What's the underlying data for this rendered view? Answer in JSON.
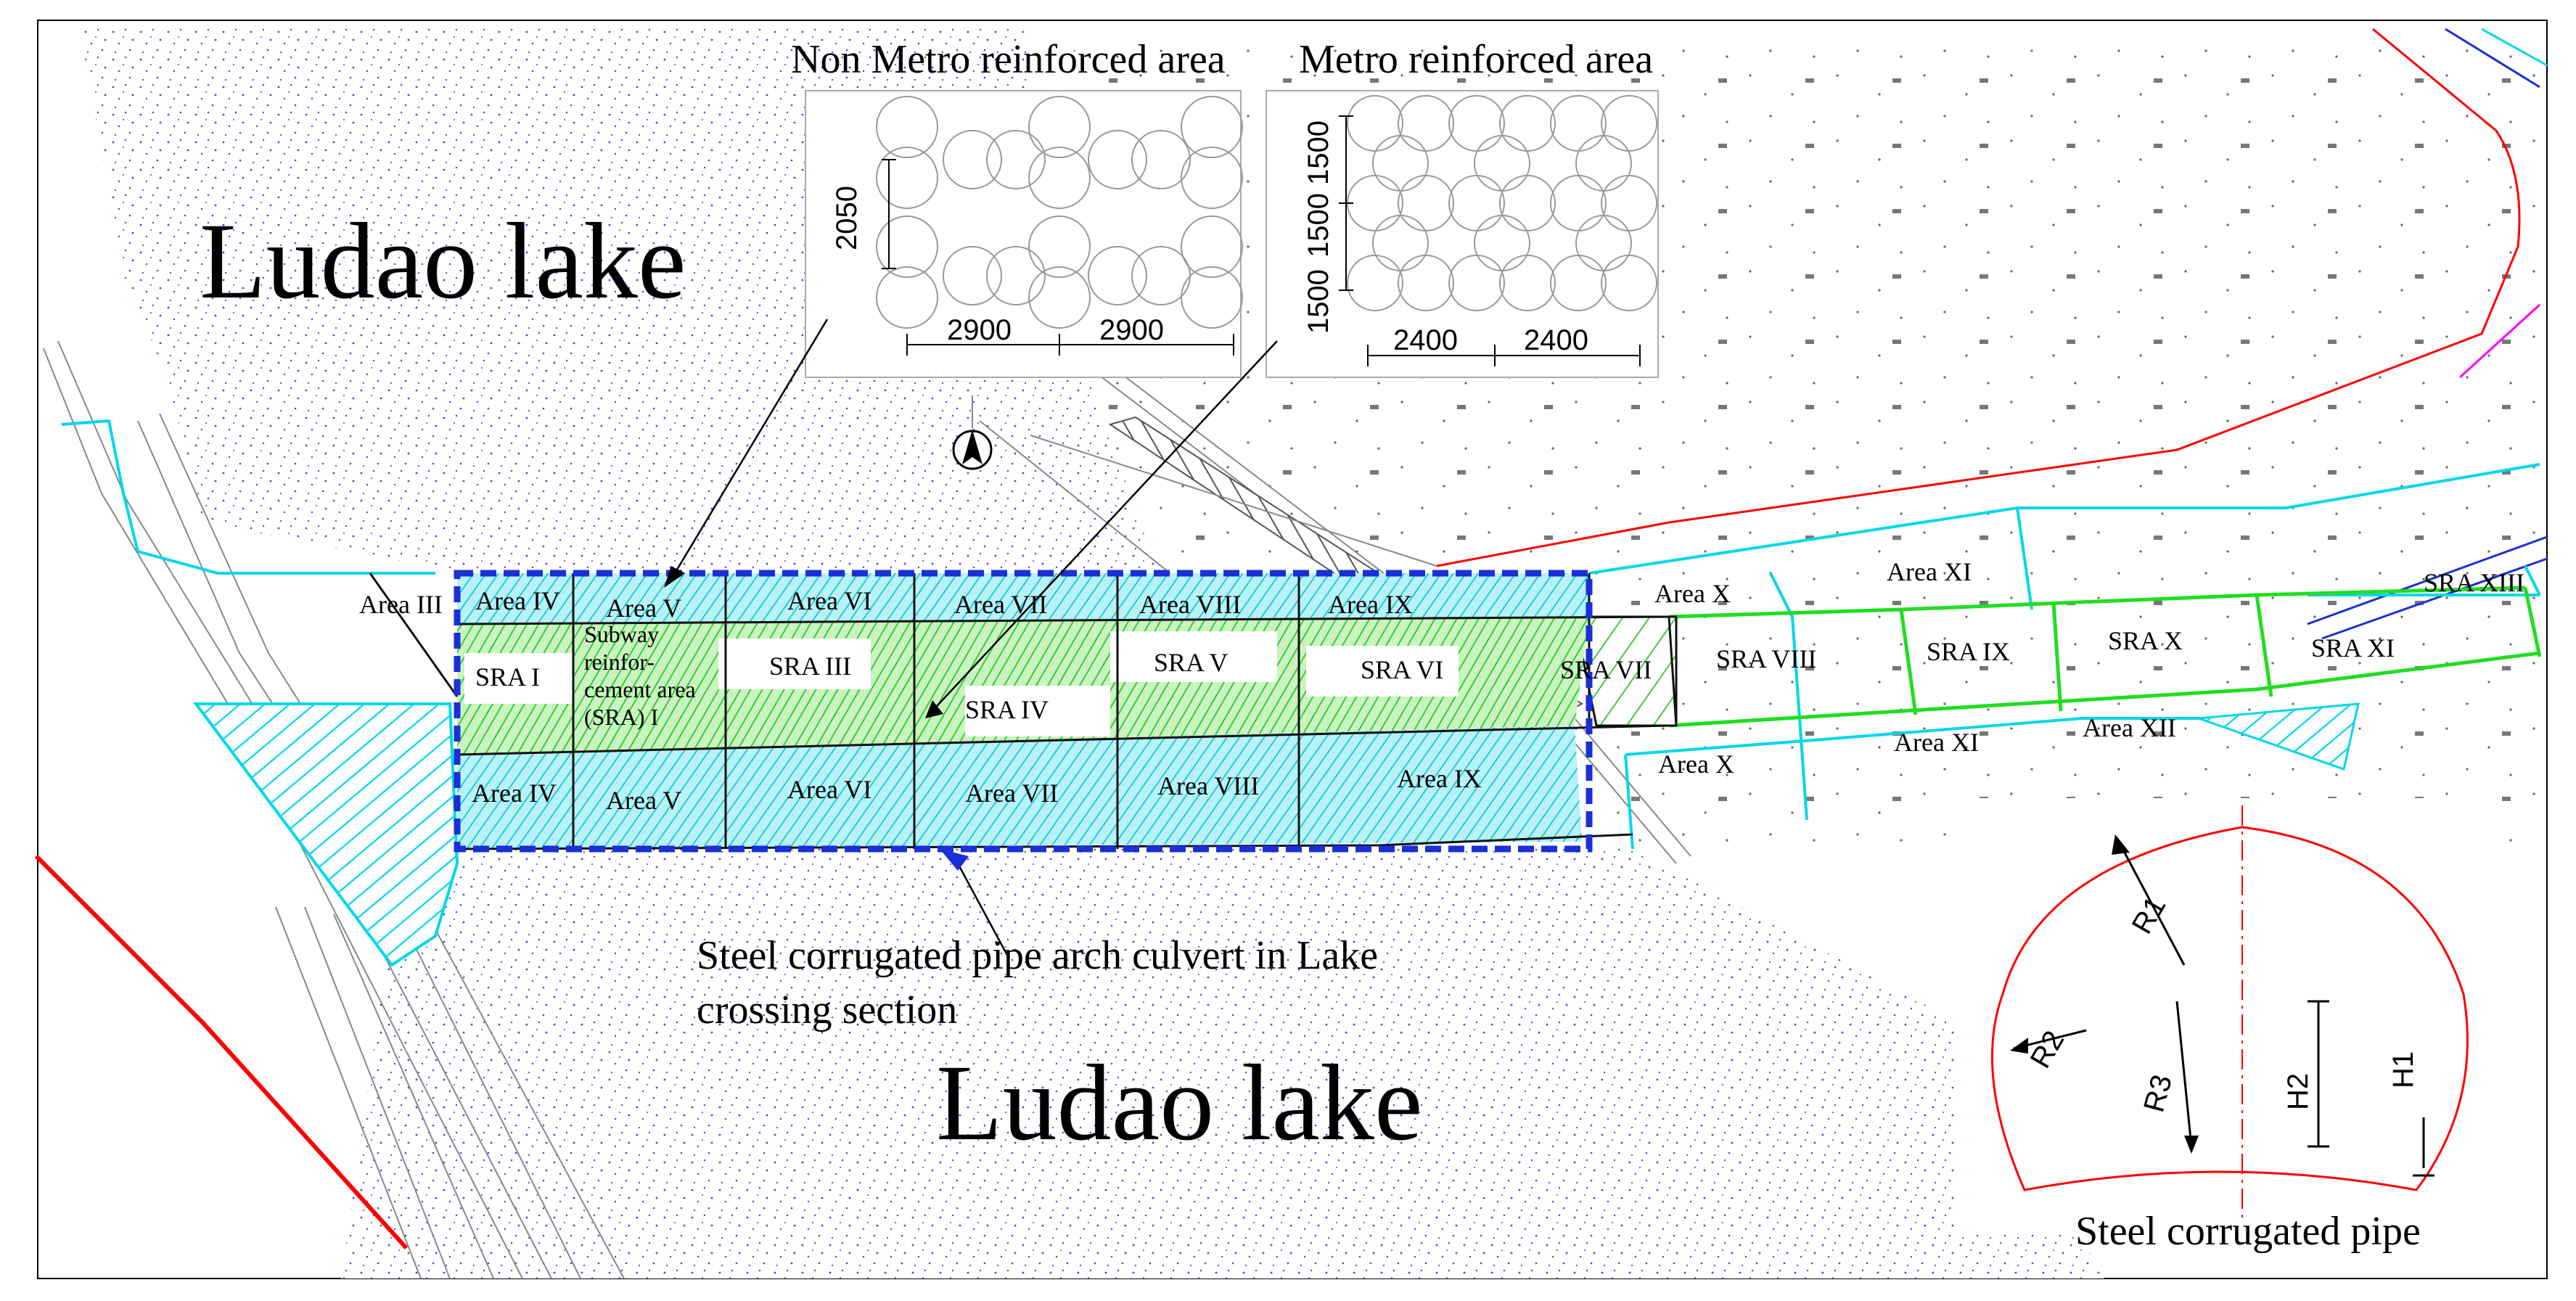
{
  "diagram": {
    "lake_labels": [
      "Ludao lake",
      "Ludao lake"
    ],
    "inset_non_metro": {
      "title": "Non Metro reinforced area",
      "dim_vertical": "2050",
      "dim_h1": "2900",
      "dim_h2": "2900"
    },
    "inset_metro": {
      "title": "Metro reinforced area",
      "dim_v1": "1500",
      "dim_v2": "1500",
      "dim_v3": "1500",
      "dim_h1": "2400",
      "dim_h2": "2400"
    },
    "culvert_caption": [
      "Steel corrugated pipe arch culvert in Lake",
      "crossing section"
    ],
    "pipe_section": {
      "caption": "Steel corrugated pipe",
      "labels": [
        "R1",
        "R2",
        "R3",
        "H2",
        "H1"
      ]
    },
    "areas_top": [
      "Area III",
      "Area IV",
      "Area V",
      "Area VI",
      "Area VII",
      "Area VIII",
      "Area IX",
      "Area X",
      "Area XI"
    ],
    "sra_row": [
      "SRA I",
      "SRA III",
      "SRA IV",
      "SRA V",
      "SRA VI",
      "SRA VII",
      "SRA VIII",
      "SRA IX",
      "SRA X",
      "SRA XI",
      "SRA XIII"
    ],
    "sra_i_long": [
      "Subway",
      "reinfor-",
      "cement area",
      "(SRA) I"
    ],
    "areas_bottom": [
      "Area IV",
      "Area V",
      "Area VI",
      "Area VII",
      "Area VIII",
      "Area IX",
      "Area X",
      "Area XI",
      "Area XII"
    ],
    "colors": {
      "cyan": "#00e5f0",
      "green": "#22dd22",
      "blue_dash": "#1a2fd6",
      "red": "#ff0000",
      "stipple": "#3a4bd8"
    }
  }
}
